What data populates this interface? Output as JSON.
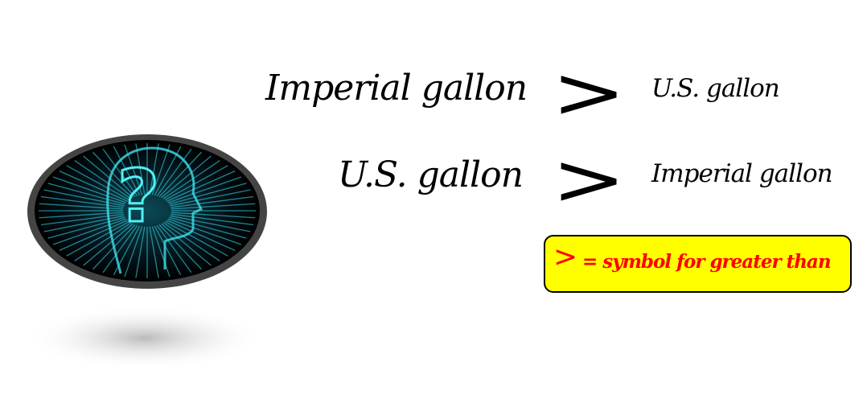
{
  "comparisons": [
    {
      "left": "Imperial gallon",
      "symbol": ">",
      "right": "U.S. gallon"
    },
    {
      "left": "U.S. gallon",
      "symbol": ">",
      "right": "Imperial gallon"
    }
  ],
  "legend": {
    "symbol": ">",
    "text": "= symbol for greater than"
  },
  "colors": {
    "legend_bg": "#ffff00",
    "legend_text": "#ff0000",
    "image_glow": "#2fd6e0"
  }
}
